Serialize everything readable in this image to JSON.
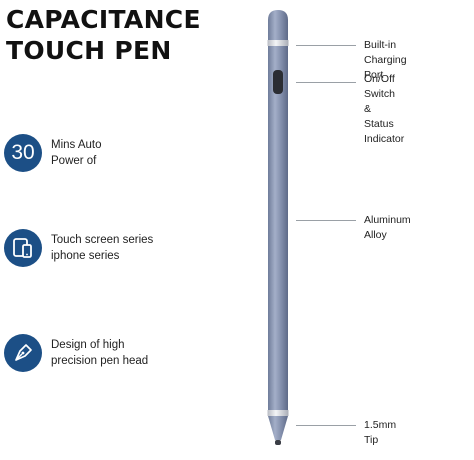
{
  "title": {
    "line1": "CAPACITANCE",
    "line2": "TOUCH PEN"
  },
  "features": [
    {
      "icon": "auto-power-off-icon",
      "badge_text": "30",
      "line1": "Mins Auto",
      "line2": "Power of"
    },
    {
      "icon": "tablet-phone-icon",
      "line1": "Touch screen series",
      "line2": "iphone series"
    },
    {
      "icon": "pen-nib-icon",
      "line1": "Design of high",
      "line2": "precision pen head"
    }
  ],
  "callouts": [
    {
      "line1": "Built-in Charging Port"
    },
    {
      "line1": "On/Off Switch &",
      "line2": "Status Indicator"
    },
    {
      "line1": "Aluminum Alloy"
    },
    {
      "line1": "1.5mm  Tip"
    }
  ],
  "colors": {
    "badge": "#1c4f86",
    "pen_body": "#8a96b3",
    "leader": "#9aa0a6"
  }
}
